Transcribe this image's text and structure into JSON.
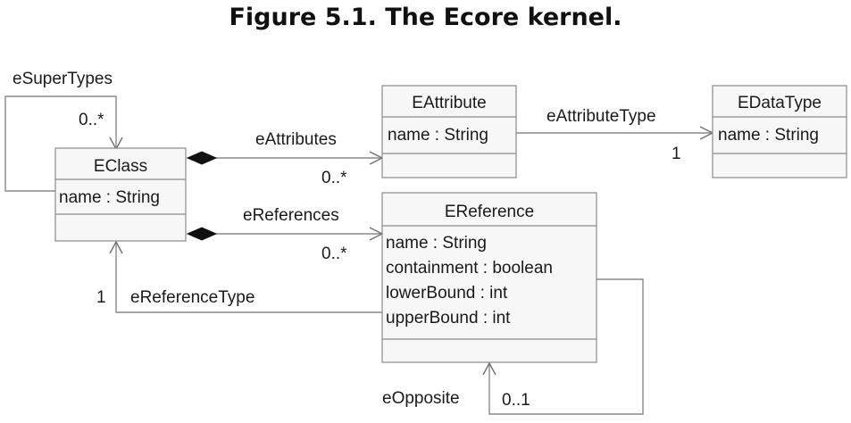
{
  "title": "Figure 5.1. The Ecore kernel.",
  "classes": {
    "eclass": {
      "name": "EClass",
      "attributes": [
        "name : String"
      ]
    },
    "eattribute": {
      "name": "EAttribute",
      "attributes": [
        "name : String"
      ]
    },
    "edatatype": {
      "name": "EDataType",
      "attributes": [
        "name : String"
      ]
    },
    "ereference": {
      "name": "EReference",
      "attributes": [
        "name : String",
        "containment : boolean",
        "lowerBound : int",
        "upperBound : int"
      ]
    }
  },
  "associations": {
    "eSuperTypes": {
      "label": "eSuperTypes",
      "multiplicity": "0..*"
    },
    "eAttributes": {
      "label": "eAttributes",
      "multiplicity": "0..*"
    },
    "eReferences": {
      "label": "eReferences",
      "multiplicity": "0..*"
    },
    "eAttributeType": {
      "label": "eAttributeType",
      "multiplicity": "1"
    },
    "eReferenceType": {
      "label": "eReferenceType",
      "multiplicity": "1"
    },
    "eOpposite": {
      "label": "eOpposite",
      "multiplicity": "0..1"
    }
  }
}
